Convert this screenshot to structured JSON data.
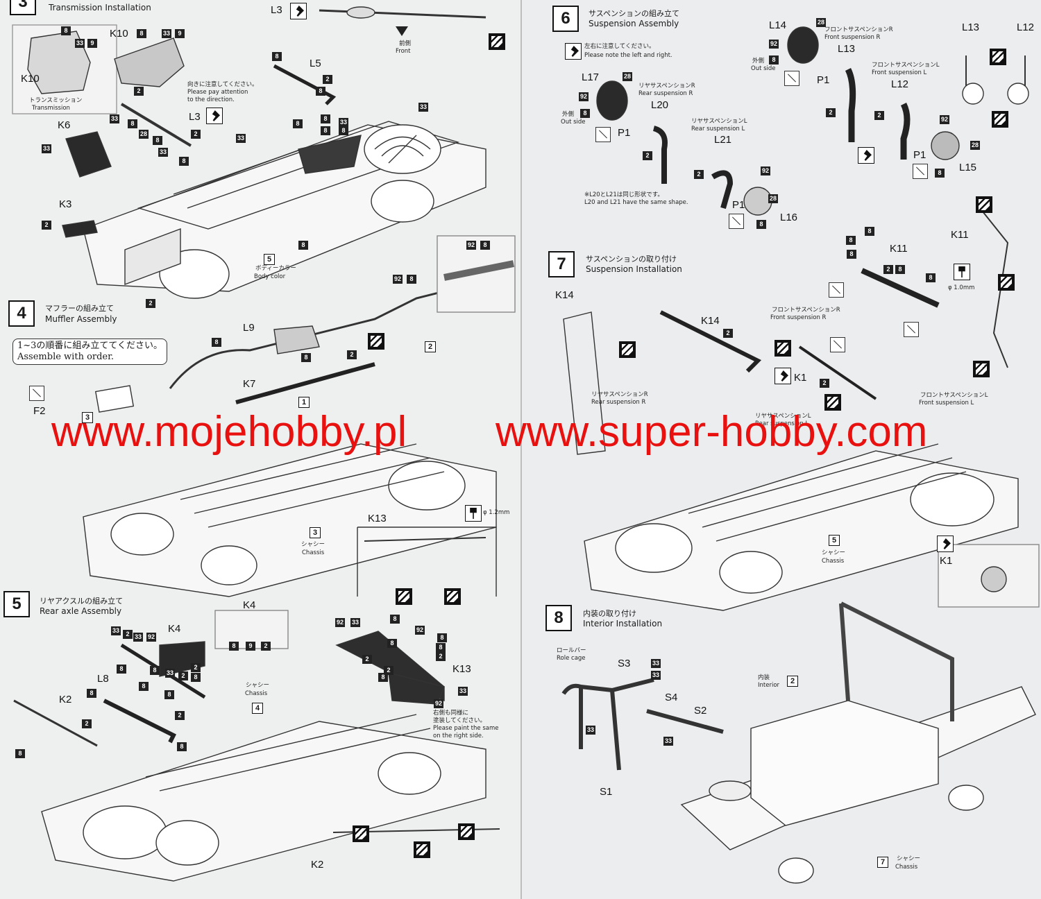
{
  "step3": {
    "num": "3",
    "en": "Transmission Installation",
    "k10": "K10",
    "k6": "K6",
    "k3": "K3",
    "l3": "L3",
    "l5": "L5",
    "k10_small": "K10",
    "trans_jp": "トランスミッション",
    "trans_en": "Transmission",
    "direction_jp": "向きに注意してください。",
    "direction_en1": "Please pay attention",
    "direction_en2": "to the direction.",
    "front_jp": "前側",
    "front_en": "Front",
    "body_no": "5",
    "body_jp": "ボディーカラー",
    "body_en": "Body color"
  },
  "step4": {
    "num": "4",
    "jp": "マフラーの組み立て",
    "en": "Muffler Assembly",
    "note_jp": "1~3の順番に組み立ててください。",
    "note_en": "Assemble with order.",
    "l9": "L9",
    "k7": "K7",
    "f2": "F2",
    "k13": "K13",
    "chassis_no": "3",
    "chassis_jp": "シャシー",
    "chassis_en": "Chassis",
    "drill": "φ 1.2mm",
    "order1": "1",
    "order2": "2",
    "order3": "3"
  },
  "step5": {
    "num": "5",
    "jp": "リヤアクスルの組み立て",
    "en": "Rear axle Assembly",
    "k4": "K4",
    "l8": "L8",
    "k2": "K2",
    "k13": "K13",
    "k2b": "K2",
    "chassis_no": "4",
    "chassis_jp": "シャシー",
    "chassis_en": "Chassis",
    "paint_jp1": "右側も同様に",
    "paint_jp2": "塗装してください。",
    "paint_en1": "Please paint the same",
    "paint_en2": "on the right side."
  },
  "step6": {
    "num": "6",
    "jp": "サスペンションの組み立て",
    "en": "Suspension Assembly",
    "note_jp": "左右に注意してください。",
    "note_en": "Please note the left and right.",
    "l17": "L17",
    "l20": "L20",
    "l21": "L21",
    "l14": "L14",
    "l13": "L13",
    "l12": "L12",
    "l13b": "L13",
    "l12b": "L12",
    "l15": "L15",
    "l16": "L16",
    "p1a": "P1",
    "p1b": "P1",
    "p1c": "P1",
    "p1d": "P1",
    "rear_r_jp": "リヤサスペンションR",
    "rear_r_en": "Rear suspension R",
    "rear_l_jp": "リヤサスペンションL",
    "rear_l_en": "Rear suspension L",
    "front_r_jp": "フロントサスペンションR",
    "front_r_en": "Front suspension R",
    "front_l_jp": "フロントサスペンションL",
    "front_l_en": "Front suspension L",
    "out_jp": "外側",
    "out_en": "Out side",
    "out_jp2": "外側",
    "out_en2": "Out side",
    "same_jp": "※L20とL21は同じ形状です。",
    "same_en": "L20 and L21 have the same shape."
  },
  "step7": {
    "num": "7",
    "jp": "サスペンションの取り付け",
    "en": "Suspension Installation",
    "k14a": "K14",
    "k14b": "K14",
    "k11a": "K11",
    "k11b": "K11",
    "k1a": "K1",
    "k1b": "K1",
    "fr_jp": "フロントサスペンションR",
    "fr_en": "Front suspension R",
    "fl_jp": "フロントサスペンションL",
    "fl_en": "Front suspension L",
    "rr_jp": "リヤサスペンションR",
    "rr_en": "Rear suspension R",
    "rl_jp": "リヤサスペンションL",
    "rl_en": "Rear suspension L",
    "drill": "φ 1.0mm",
    "chassis_no": "5",
    "chassis_jp": "シャシー",
    "chassis_en": "Chassis"
  },
  "step8": {
    "num": "8",
    "jp": "内装の取り付け",
    "en": "Interior Installation",
    "cage_jp": "ロールバー",
    "cage_en": "Role cage",
    "s1": "S1",
    "s2": "S2",
    "s3": "S3",
    "s4": "S4",
    "interior_jp": "内装",
    "interior_en": "Interior",
    "interior_no": "2",
    "chassis_no": "7",
    "chassis_jp": "シャシー",
    "chassis_en": "Chassis"
  },
  "watermark": {
    "left": "www.mojehobby.pl",
    "right": "www.super-hobby.com"
  },
  "colors": {
    "watermark": "#e8110f",
    "paper": "#eeefef",
    "ink": "#1a1a1a"
  }
}
